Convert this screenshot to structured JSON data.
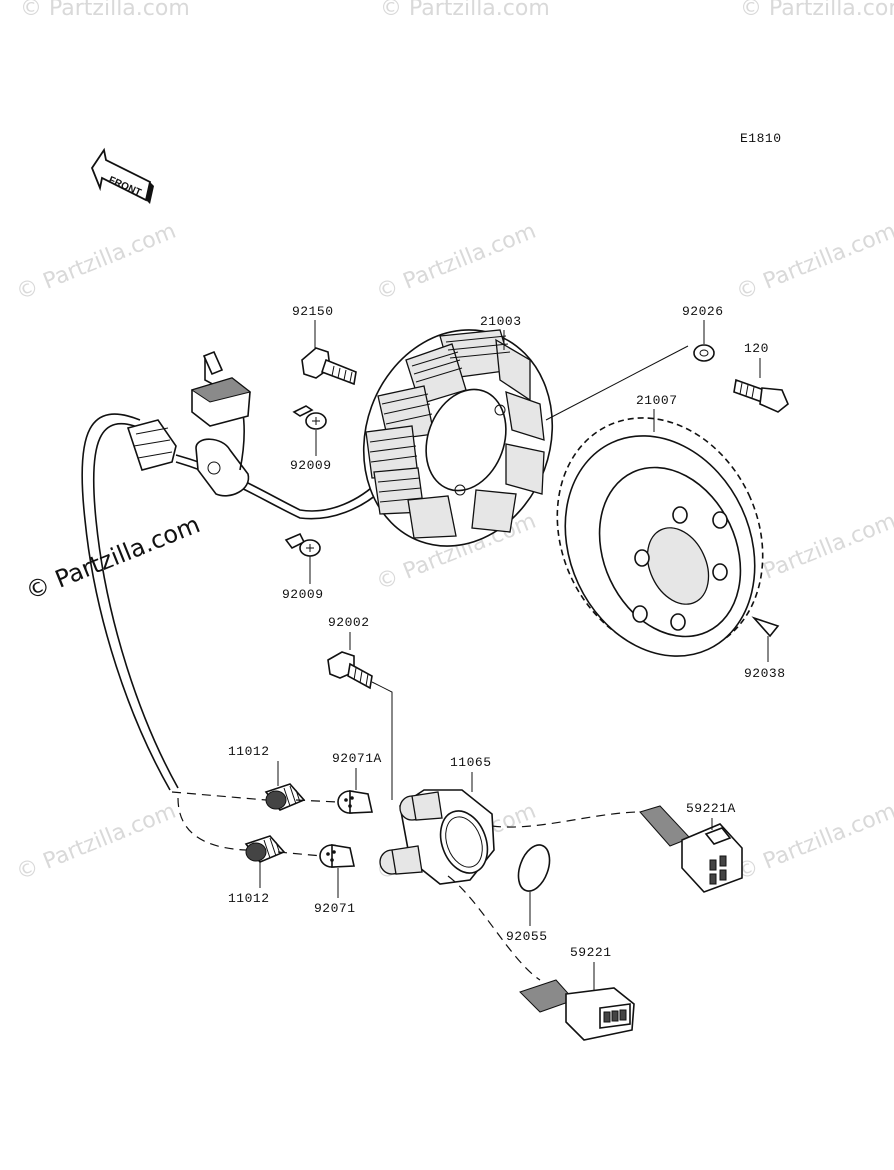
{
  "diagram": {
    "code": "E1810",
    "front_label": "FRONT",
    "watermarks": [
      "© Partzilla.com",
      "© Partzilla.com"
    ],
    "labels": {
      "p92150": "92150",
      "p21003": "21003",
      "p92026": "92026",
      "p120": "120",
      "p21007": "21007",
      "p92009a": "92009",
      "p92009b": "92009",
      "p92002": "92002",
      "p92038": "92038",
      "p11012a": "11012",
      "p92071a": "92071A",
      "p11065": "11065",
      "p59221a": "59221A",
      "p11012b": "11012",
      "p92071": "92071",
      "p92055": "92055",
      "p59221": "59221"
    }
  }
}
